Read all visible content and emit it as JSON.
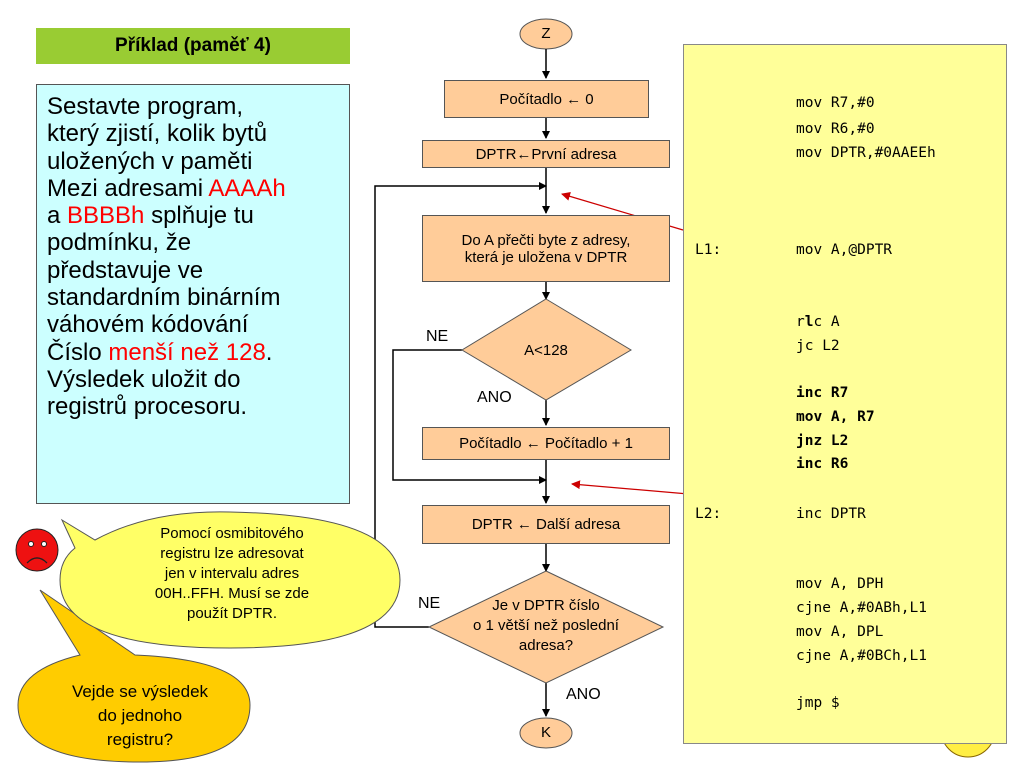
{
  "title": "Příklad (paměť 4)",
  "task": {
    "l1": "Sestavte program,",
    "l2": "který zjistí, kolik bytů",
    "l3": "uložených v paměti",
    "l4a": "Mezi adresami ",
    "l4b": "AAAAh",
    "l5a": "a ",
    "l5b": "BBBBh",
    "l5c": " splňuje tu",
    "l6": "podmínku, že",
    "l7": "představuje  ve",
    "l8": "standardním  binárním",
    "l9": "váhovém kódování",
    "l10a": "Číslo ",
    "l10b": "menší než 128",
    "l10c": ".",
    "l11": "Výsledek uložit do",
    "l12": "registrů procesoru."
  },
  "flow": {
    "start": "Z",
    "end": "K",
    "counter_init": "Počítadlo ← 0",
    "dptr_first": "DPTR←První adresa",
    "read_l1": "Do A přečti byte z adresy,",
    "read_l2": "která je uložena v DPTR",
    "cond1": "A<128",
    "no1": "NE",
    "yes1": "ANO",
    "counter_inc": "Počítadlo ← Počítadlo + 1",
    "dptr_next": "DPTR ← Další adresa",
    "cond2_l1": "Je v DPTR číslo",
    "cond2_l2": "o 1 větší než poslední",
    "cond2_l3": "adresa?",
    "no2": "NE",
    "yes2": "ANO"
  },
  "code": {
    "c1": "mov R7,#0",
    "c2": "mov R6,#0",
    "c3": "mov DPTR,#0AAEEh",
    "label1": "L1:",
    "c4": "mov A,@DPTR",
    "c5a": "r",
    "c5b": "l",
    "c5c": "c A",
    "c6": "jc L2",
    "c7": "inc R7",
    "c8": "mov A, R7",
    "c9": "jnz L2",
    "c10": "inc R6",
    "label2": "L2:",
    "c11": "inc DPTR",
    "c12": "mov A, DPH",
    "c13": "cjne A,#0ABh,L1",
    "c14": "mov A, DPL",
    "c15": "cjne A,#0BCh,L1",
    "c16": "jmp $"
  },
  "bubble1": {
    "l1": "Pomocí osmibitového",
    "l2": "registru lze adresovat",
    "l3": "jen v intervalu adres",
    "l4": "00H..FFH. Musí se zde",
    "l5": "použít DPTR."
  },
  "bubble2": {
    "l1": "Vejde se výsledek",
    "l2": "do jednoho",
    "l3": "registru?"
  },
  "colors": {
    "title_bg": "#99cc33",
    "task_bg": "#ccffff",
    "box_fill": "#ffcc99",
    "code_bg": "#ffff99",
    "bubble_fill": "#ffff66",
    "bubble2_fill": "#ffcc00",
    "highlight": "#ff0000",
    "sad_face": "#ee1111",
    "happy_face": "#ffee44"
  },
  "icons": [
    "sad-face-icon",
    "happy-face-icon"
  ]
}
